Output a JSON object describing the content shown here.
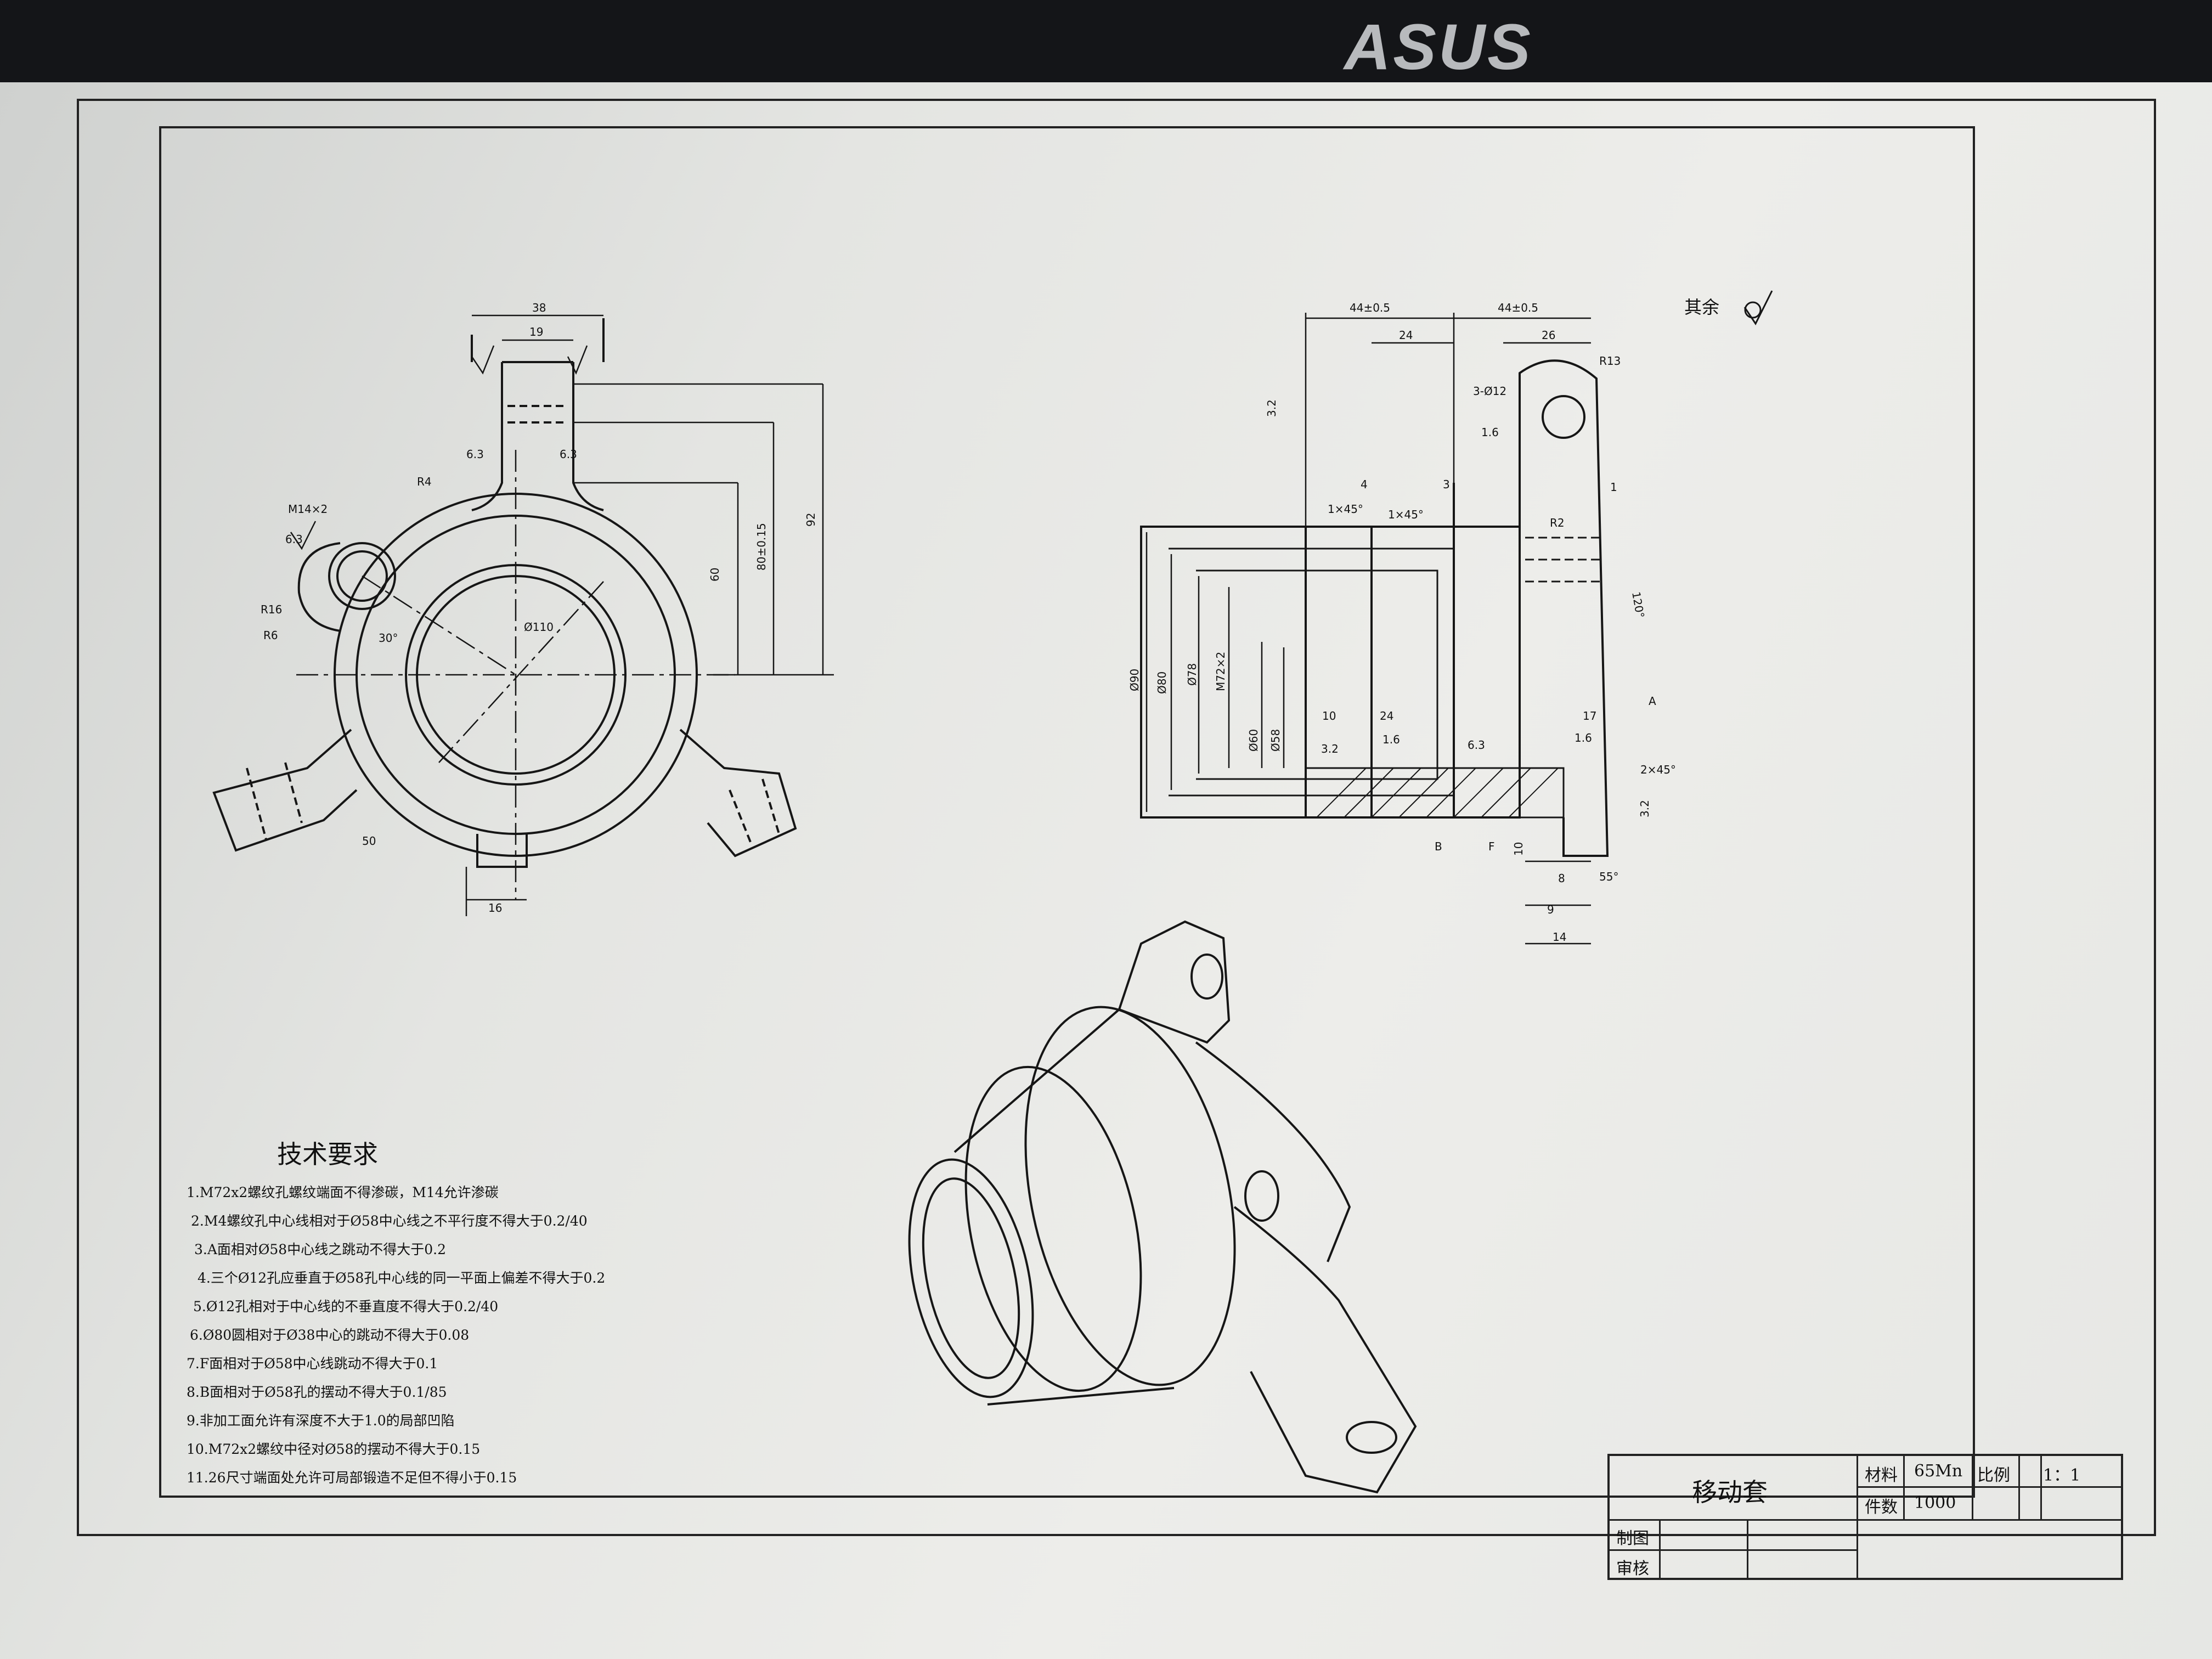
{
  "brand": {
    "logo_text": "ASUS"
  },
  "views": {
    "front": {
      "dims": {
        "d38": "38",
        "d19": "19",
        "d63a": "6.3",
        "d63b": "6.3",
        "r4": "R4",
        "m": "M14×2",
        "r16": "R16",
        "r6": "R6",
        "a30": "30°",
        "d50": "50",
        "dia110": "Ø110",
        "d16": "16",
        "d60": "60",
        "d80": "80±0.15",
        "d92": "92",
        "r63c": "6.3"
      }
    },
    "side": {
      "dims": {
        "d44a": "44±0.5",
        "d44b": "44±0.5",
        "d24": "24",
        "d26": "26",
        "r13": "R13",
        "holes": "3-Ø12",
        "r16s": "1.6",
        "d4": "4",
        "d3": "3",
        "ch1": "1×45°",
        "ch2": "1×45°",
        "one": "1",
        "r2": "R2",
        "a120": "120°",
        "d90": "Ø90",
        "d80": "Ø80",
        "d78": "Ø78",
        "m72": "M72×2",
        "d60": "Ø60",
        "d58": "Ø58",
        "d10": "10",
        "d24b": "24",
        "d17": "17",
        "r16a": "1.6",
        "r16b": "1.6",
        "r63": "6.3",
        "r32a": "3.2",
        "r32b": "3.2",
        "r32c": "3.2",
        "datumA": "A",
        "ch245": "2×45°",
        "datumB": "B",
        "datumF": "F",
        "d10b": "10",
        "d8": "8",
        "d9": "9",
        "d14": "14",
        "a55": "55°"
      }
    }
  },
  "rough_note": "其余",
  "tech_requirements": {
    "title": "技术要求",
    "items": [
      "1.M72x2螺纹孔螺纹端面不得渗碳，M14允许渗碳",
      "2.M4螺纹孔中心线相对于Ø58中心线之不平行度不得大于0.2/40",
      "3.A面相对Ø58中心线之跳动不得大于0.2",
      "4.三个Ø12孔应垂直于Ø58孔中心线的同一平面上偏差不得大于0.2",
      "5.Ø12孔相对于中心线的不垂直度不得大于0.2/40",
      "6.Ø80圆相对于Ø38中心的跳动不得大于0.08",
      "7.F面相对于Ø58中心线跳动不得大于0.1",
      "8.B面相对于Ø58孔的摆动不得大于0.1/85",
      "9.非加工面允许有深度不大于1.0的局部凹陷",
      "10.M72x2螺纹中径对Ø58的摆动不得大于0.15",
      "11.26尺寸端面处允许可局部锻造不足但不得小于0.15"
    ]
  },
  "title_block": {
    "part_name": "移动套",
    "material_label": "材料",
    "material_value": "65Mn",
    "scale_label": "比例",
    "scale_value": "1：1",
    "qty_label": "件数",
    "qty_value": "1000",
    "drawn_label": "制图",
    "checked_label": "审核"
  }
}
